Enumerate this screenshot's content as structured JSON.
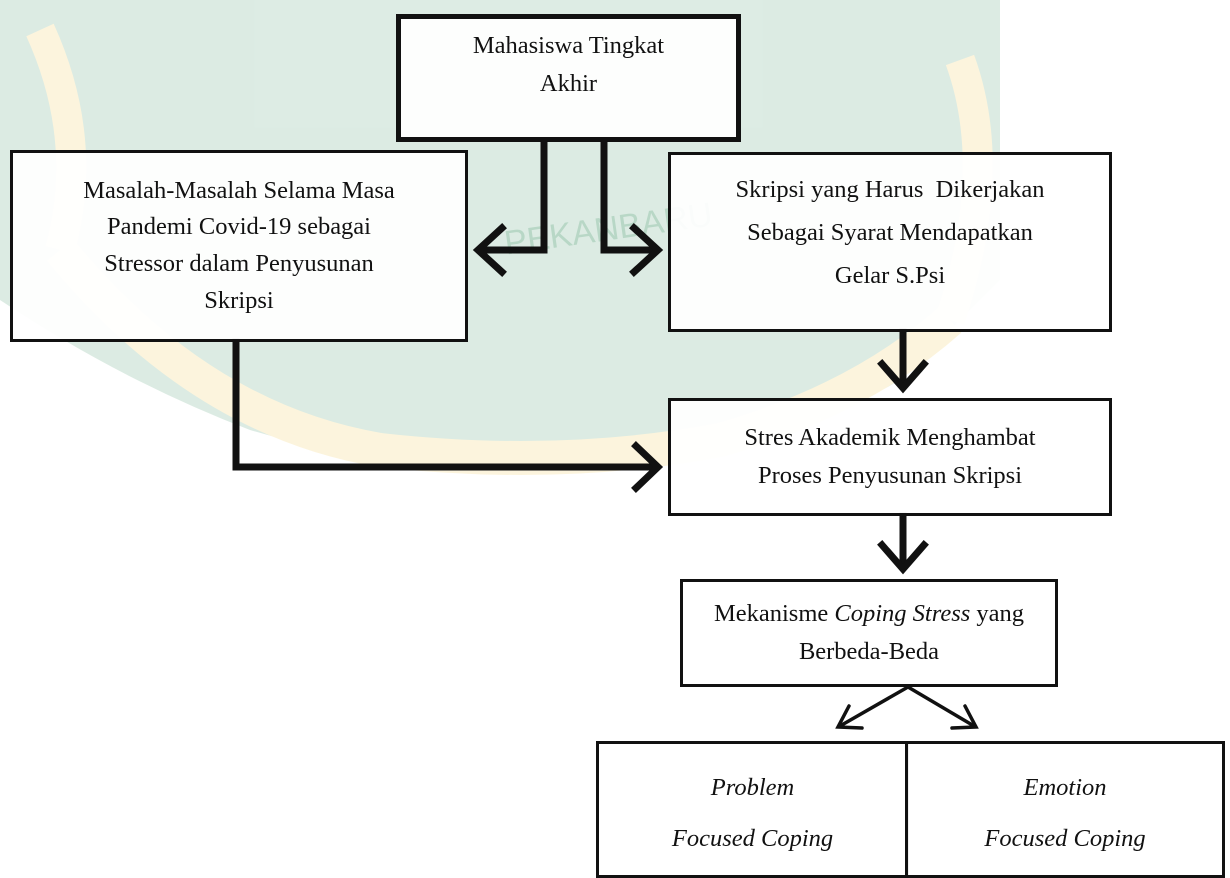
{
  "diagram": {
    "top": {
      "lines": [
        "Mahasiswa Tingkat",
        "Akhir"
      ]
    },
    "left": {
      "lines": [
        "Masalah-Masalah Selama Masa",
        "Pandemi Covid-19 sebagai",
        "Stressor dalam Penyusunan",
        "Skripsi"
      ]
    },
    "right": {
      "lines": [
        "Skripsi yang Harus  Dikerjakan",
        "Sebagai Syarat Mendapatkan",
        "Gelar S.Psi"
      ]
    },
    "stres": {
      "lines": [
        "Stres Akademik Menghambat",
        "Proses Penyusunan Skripsi"
      ]
    },
    "coping": {
      "line1_prefix": "Mekanisme ",
      "line1_italic": "Coping Stress",
      "line1_suffix": " yang",
      "line2": "Berbeda-Beda"
    },
    "problem": {
      "lines": [
        "Problem",
        "Focused Coping"
      ]
    },
    "emotion": {
      "lines": [
        "Emotion",
        "Focused Coping"
      ]
    }
  },
  "watermark": {
    "text": "PEKANBARU",
    "color": "#2e8b57",
    "accent": "#f2c230"
  },
  "colors": {
    "border": "#111111",
    "text": "#111111"
  }
}
